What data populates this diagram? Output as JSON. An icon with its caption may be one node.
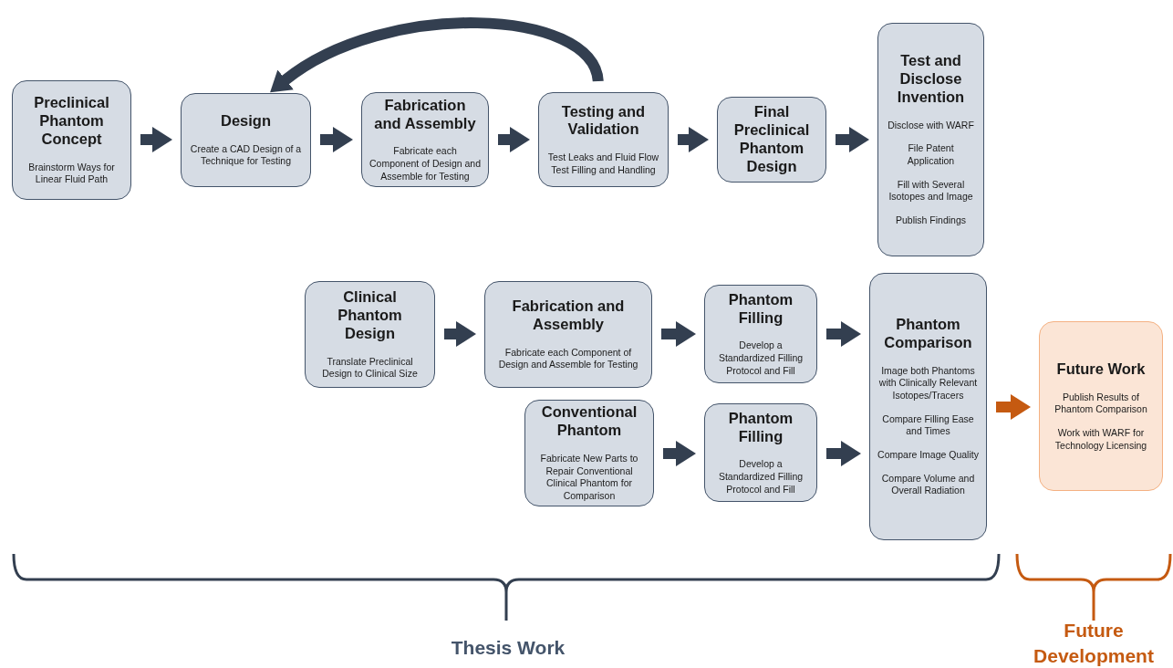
{
  "diagram": {
    "nodes": [
      {
        "text": [
          "Preclinical Phantom Concept",
          "Brainstorm Ways for Linear Fluid Path"
        ]
      },
      {
        "text": [
          "Design",
          "Create a CAD Design of a Technique for Testing"
        ]
      },
      {
        "text": [
          "Fabrication and Assembly",
          "Fabricate each Component of Design and Assemble for Testing"
        ]
      },
      {
        "text": [
          "Testing and Validation",
          "Test Leaks and Fluid Flow",
          "Test Filling and Handling"
        ]
      },
      {
        "text": [
          "Final Preclinical Phantom Design"
        ]
      },
      {
        "text": [
          "Test and Disclose Invention",
          "Disclose with WARF",
          "File Patent Application",
          "Fill with Several Isotopes and Image",
          "Publish Findings"
        ]
      },
      {
        "text": [
          "Clinical Phantom Design",
          "Translate Preclinical Design to Clinical Size"
        ]
      },
      {
        "text": [
          "Fabrication and Assembly",
          "Fabricate each Component of Design and Assemble for Testing"
        ]
      },
      {
        "text": [
          "Phantom Filling",
          "Develop a Standardized Filling Protocol and Fill"
        ]
      },
      {
        "text": [
          "Phantom Comparison",
          "Image both Phantoms with Clinically Relevant Isotopes/Tracers",
          "Compare Filling Ease and Times",
          "Compare Image Quality",
          "Compare Volume and Overall Radiation"
        ]
      },
      {
        "text": [
          "Conventional Phantom",
          "Fabricate New Parts to Repair Conventional Clinical Phantom for Comparison"
        ]
      },
      {
        "text": [
          "Phantom Filling",
          "Develop a Standardized Filling Protocol and Fill"
        ]
      },
      {
        "text": [
          "Future Work",
          "Publish Results of Phantom Comparison",
          "Work with WARF for Technology Licensing"
        ]
      }
    ],
    "edges": [
      {
        "from": 0,
        "to": 1,
        "arrow": "to"
      },
      {
        "from": 1,
        "to": 2,
        "arrow": "to"
      },
      {
        "from": 2,
        "to": 3,
        "arrow": "to"
      },
      {
        "from": 3,
        "to": 1,
        "arrow": "to"
      },
      {
        "from": 3,
        "to": 4,
        "arrow": "to"
      },
      {
        "from": 4,
        "to": 5,
        "arrow": "to"
      },
      {
        "from": 6,
        "to": 7,
        "arrow": "to"
      },
      {
        "from": 7,
        "to": 8,
        "arrow": "to"
      },
      {
        "from": 8,
        "to": 9,
        "arrow": "to"
      },
      {
        "from": 10,
        "to": 11,
        "arrow": "to"
      },
      {
        "from": 11,
        "to": 9,
        "arrow": "to"
      },
      {
        "from": 9,
        "to": 12,
        "arrow": "to",
        "color": "#c55a11"
      }
    ],
    "labels": [
      "Thesis Work",
      "Future Development"
    ]
  }
}
